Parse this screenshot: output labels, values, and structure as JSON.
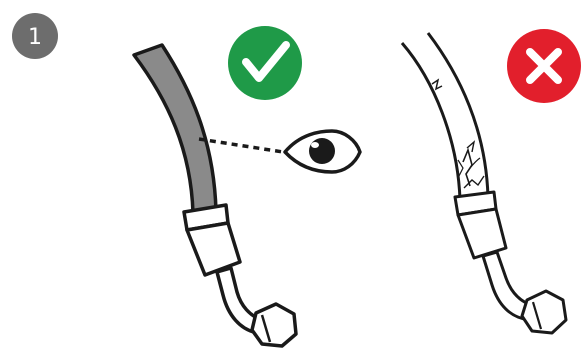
{
  "step": {
    "number": "1",
    "badge_color": "#6d6d6d"
  },
  "panels": [
    {
      "status": "correct",
      "status_icon": "check-icon",
      "status_color": "#1f9a48",
      "hose_color": "#8a8a8a",
      "inspection_icon": "eye-icon"
    },
    {
      "status": "incorrect",
      "status_icon": "x-icon",
      "status_color": "#e21f2c",
      "hose_color": "#ffffff",
      "defect": "cracks"
    }
  ],
  "colors": {
    "outline": "#1a1a1a",
    "background": "#ffffff"
  }
}
